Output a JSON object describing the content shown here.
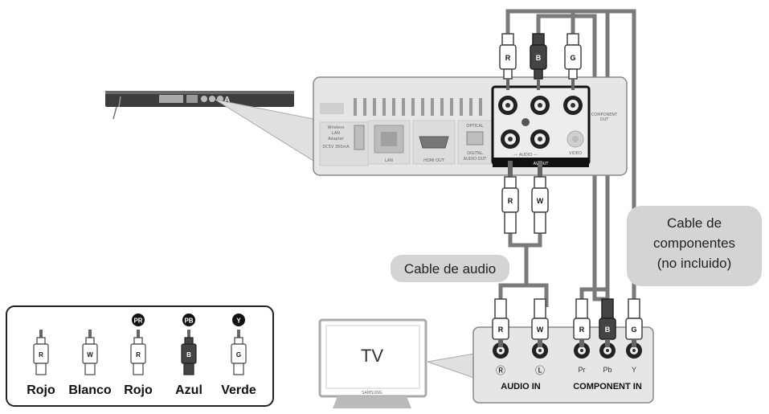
{
  "colors": {
    "cable": "#7a7a7a",
    "bubble": "#d4d4d4",
    "panel": "#e6e6e6",
    "black": "#111111",
    "white": "#ffffff"
  },
  "player_panel": {
    "wireless_label": [
      "Wireless",
      "LAN",
      "Adapter",
      "DC5V 350mA"
    ],
    "lan_label": "LAN",
    "hdmi_label": "HDMI OUT",
    "optical_label": "OPTICAL",
    "digital_audio_label": [
      "DIGITAL",
      "AUDIO OUT"
    ],
    "audio_label": "— AUDIO —",
    "av_out_label": "AV OUT",
    "component_label": [
      "COMPONENT",
      "OUT"
    ],
    "video_label": "VIDEO"
  },
  "top_plugs": [
    {
      "letter": "R",
      "fill": "#ffffff"
    },
    {
      "letter": "B",
      "fill": "#444444"
    },
    {
      "letter": "G",
      "fill": "#ffffff"
    }
  ],
  "audio_plugs": [
    {
      "letter": "R"
    },
    {
      "letter": "W"
    }
  ],
  "bubbles": {
    "audio_cable": "Cable de audio",
    "component_cable": [
      "Cable de",
      "componentes",
      "(no incluido)"
    ]
  },
  "tv": {
    "label": "TV",
    "brand": "SAMSUNG"
  },
  "tv_panel": {
    "audio_plugs": [
      "R",
      "W"
    ],
    "component_plugs": [
      "R",
      "B",
      "G"
    ],
    "audio_jack_labels": [
      "Ⓡ",
      "Ⓛ"
    ],
    "component_jack_labels": [
      "Pr",
      "Pb",
      "Y"
    ],
    "audio_in": "AUDIO IN",
    "component_in": "COMPONENT IN"
  },
  "legend": [
    {
      "letter": "R",
      "name": "Rojo",
      "badge": "",
      "dark": false
    },
    {
      "letter": "W",
      "name": "Blanco",
      "badge": "",
      "dark": false
    },
    {
      "letter": "R",
      "name": "Rojo",
      "badge": "PR",
      "dark": false
    },
    {
      "letter": "B",
      "name": "Azul",
      "badge": "PB",
      "dark": true
    },
    {
      "letter": "G",
      "name": "Verde",
      "badge": "Y",
      "dark": false
    }
  ]
}
